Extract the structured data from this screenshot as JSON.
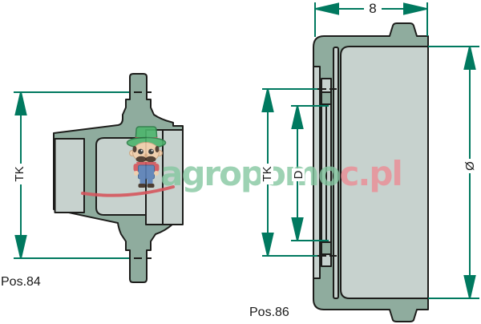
{
  "figure": {
    "type": "technical-cross-section-drawing",
    "parts": [
      {
        "position_label": "Pos.84",
        "name": "wheel-hub-cross-section",
        "dimension_labels": [
          "TK"
        ]
      },
      {
        "position_label": "Pos.86",
        "name": "brake-drum-cross-section",
        "dimension_labels": [
          "TK",
          "D",
          "Ø",
          "8"
        ]
      }
    ]
  },
  "labels": {
    "pos84": "Pos.84",
    "pos86": "Pos.86",
    "tk_left": "TK",
    "tk_right": "TK",
    "d": "D",
    "diameter": "Ø",
    "width8": "8"
  },
  "watermark": {
    "text_green": "agropomo",
    "text_pink": "c.pl",
    "mascot": "farmer-mascot"
  },
  "colors": {
    "dimension_line": "#00795f",
    "part_fill_dark": "#8fac9e",
    "part_fill_light": "#c7d2ce",
    "outline": "#1d1d1b",
    "watermark_green": "#85c7a1",
    "watermark_pink": "#ec8d95",
    "swoosh_red": "#d6565e",
    "label_text": "#1a1a1a"
  }
}
